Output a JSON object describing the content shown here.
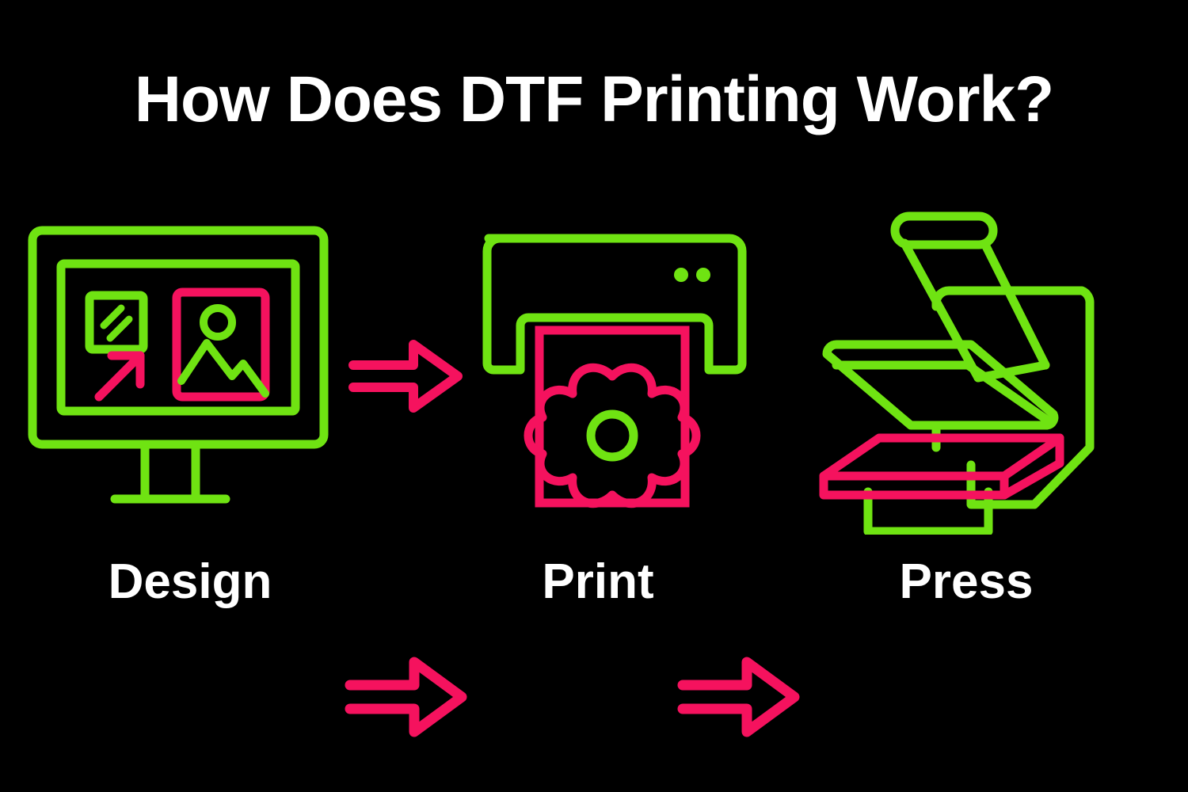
{
  "page": {
    "background_color": "#000000",
    "title": "How Does DTF Printing Work?",
    "title_color": "#ffffff"
  },
  "palette": {
    "green": "#6FE312",
    "pink": "#F5125E",
    "white": "#ffffff",
    "black": "#000000"
  },
  "steps": [
    {
      "id": "design",
      "label": "Design",
      "icon": "monitor-design-icon"
    },
    {
      "id": "print",
      "label": "Print",
      "icon": "printer-icon"
    },
    {
      "id": "press",
      "label": "Press",
      "icon": "heat-press-icon"
    }
  ],
  "connectors": [
    {
      "id": "arrow-design-to-print",
      "name": "arrow-right-icon",
      "color": "#F5125E"
    },
    {
      "id": "arrow-bottom-left",
      "name": "arrow-right-icon",
      "color": "#F5125E"
    },
    {
      "id": "arrow-bottom-right",
      "name": "arrow-right-icon",
      "color": "#F5125E"
    }
  ],
  "icon_details": {
    "monitor": {
      "screen_frame": "green",
      "thumbnail_square": "green",
      "thumbnail_lines": "green",
      "cursor_arrow": "pink",
      "photo_frame": "pink",
      "photo_sun": "green",
      "photo_mountains": "green",
      "stand": "green"
    },
    "printer": {
      "body": "green",
      "status_dots": 2,
      "status_dots_color": "green",
      "sheet_frame": "pink",
      "flower_petals": "pink",
      "flower_center": "green"
    },
    "press": {
      "handle": "green",
      "arm": "green",
      "column": "green",
      "upper_platen": "green",
      "shaft": "green",
      "lower_platen": "pink",
      "base": "green"
    }
  }
}
